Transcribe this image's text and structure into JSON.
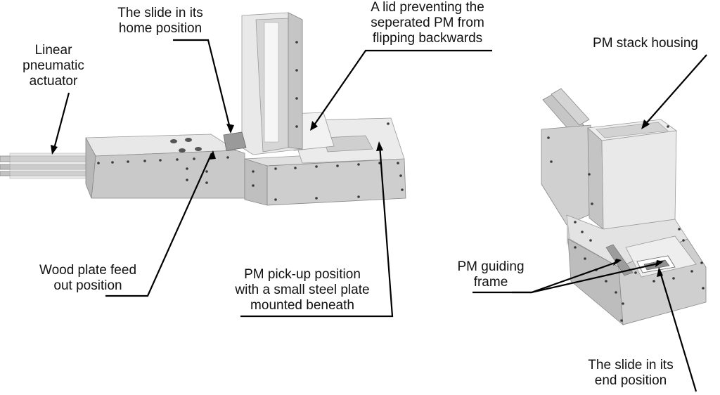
{
  "labels": {
    "slide_home": [
      "The slide in its",
      "home position"
    ],
    "lid": [
      "A lid preventing the",
      "seperated PM from",
      "flipping backwards"
    ],
    "actuator": [
      "Linear",
      "pneumatic",
      "actuator"
    ],
    "wood_plate": [
      "Wood plate feed",
      "out position"
    ],
    "pickup": [
      "PM pick-up position",
      "with a small steel plate",
      "mounted beneath"
    ],
    "stack_housing": [
      "PM stack housing"
    ],
    "guiding_frame": [
      "PM guiding",
      "frame"
    ],
    "slide_end": [
      "The slide in its",
      "end position"
    ]
  },
  "colors": {
    "metal_light": "#e6e6e6",
    "metal_mid": "#cfcfcf",
    "metal_dark": "#b9b9b9",
    "bolt": "#3a3a3a",
    "leader": "#000000"
  }
}
